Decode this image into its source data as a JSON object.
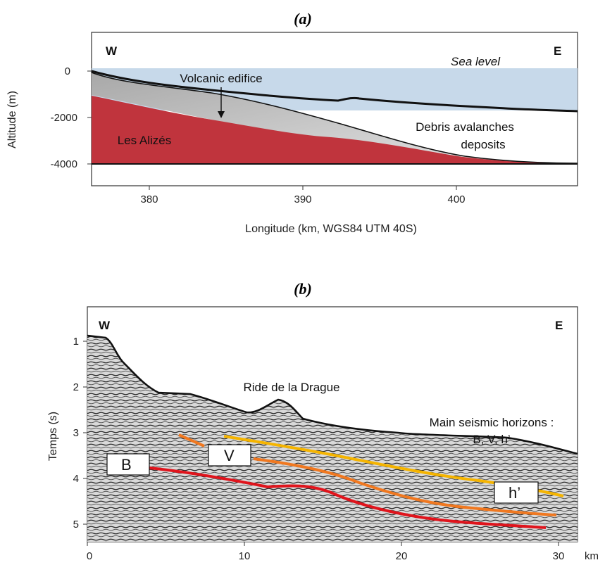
{
  "panel_a": {
    "title": "(a)",
    "west": "W",
    "east": "E",
    "sea_level": "Sea level",
    "volcanic_edifice": "Volcanic edifice",
    "les_alizes": "Les Alizés",
    "debris_line1": "Debris avalanches",
    "debris_line2": "deposits",
    "y_label": "Altitude (m)",
    "x_label": "Longitude (km, WGS84 UTM 40S)",
    "y_ticks": [
      "0",
      "-2000",
      "-4000"
    ],
    "x_ticks": [
      "380",
      "390",
      "400"
    ],
    "colors": {
      "sea": "#c7d9ea",
      "alizes": "#c0343d",
      "edifice": "#c8c8c8",
      "deposits": "#ffffff"
    }
  },
  "panel_b": {
    "title": "(b)",
    "west": "W",
    "east": "E",
    "ride": "Ride de la Drague",
    "horizons_line1": "Main seismic horizons :",
    "horizons_line2": "B, V, h’",
    "label_B": "B",
    "label_V": "V",
    "label_h": "h’",
    "y_label": "Temps (s)",
    "x_unit": "km",
    "y_ticks": [
      "1",
      "2",
      "3",
      "4",
      "5"
    ],
    "x_ticks": [
      "0",
      "10",
      "20",
      "30"
    ],
    "colors": {
      "B": "#e0141c",
      "V": "#f07820",
      "h": "#f5b400"
    }
  }
}
